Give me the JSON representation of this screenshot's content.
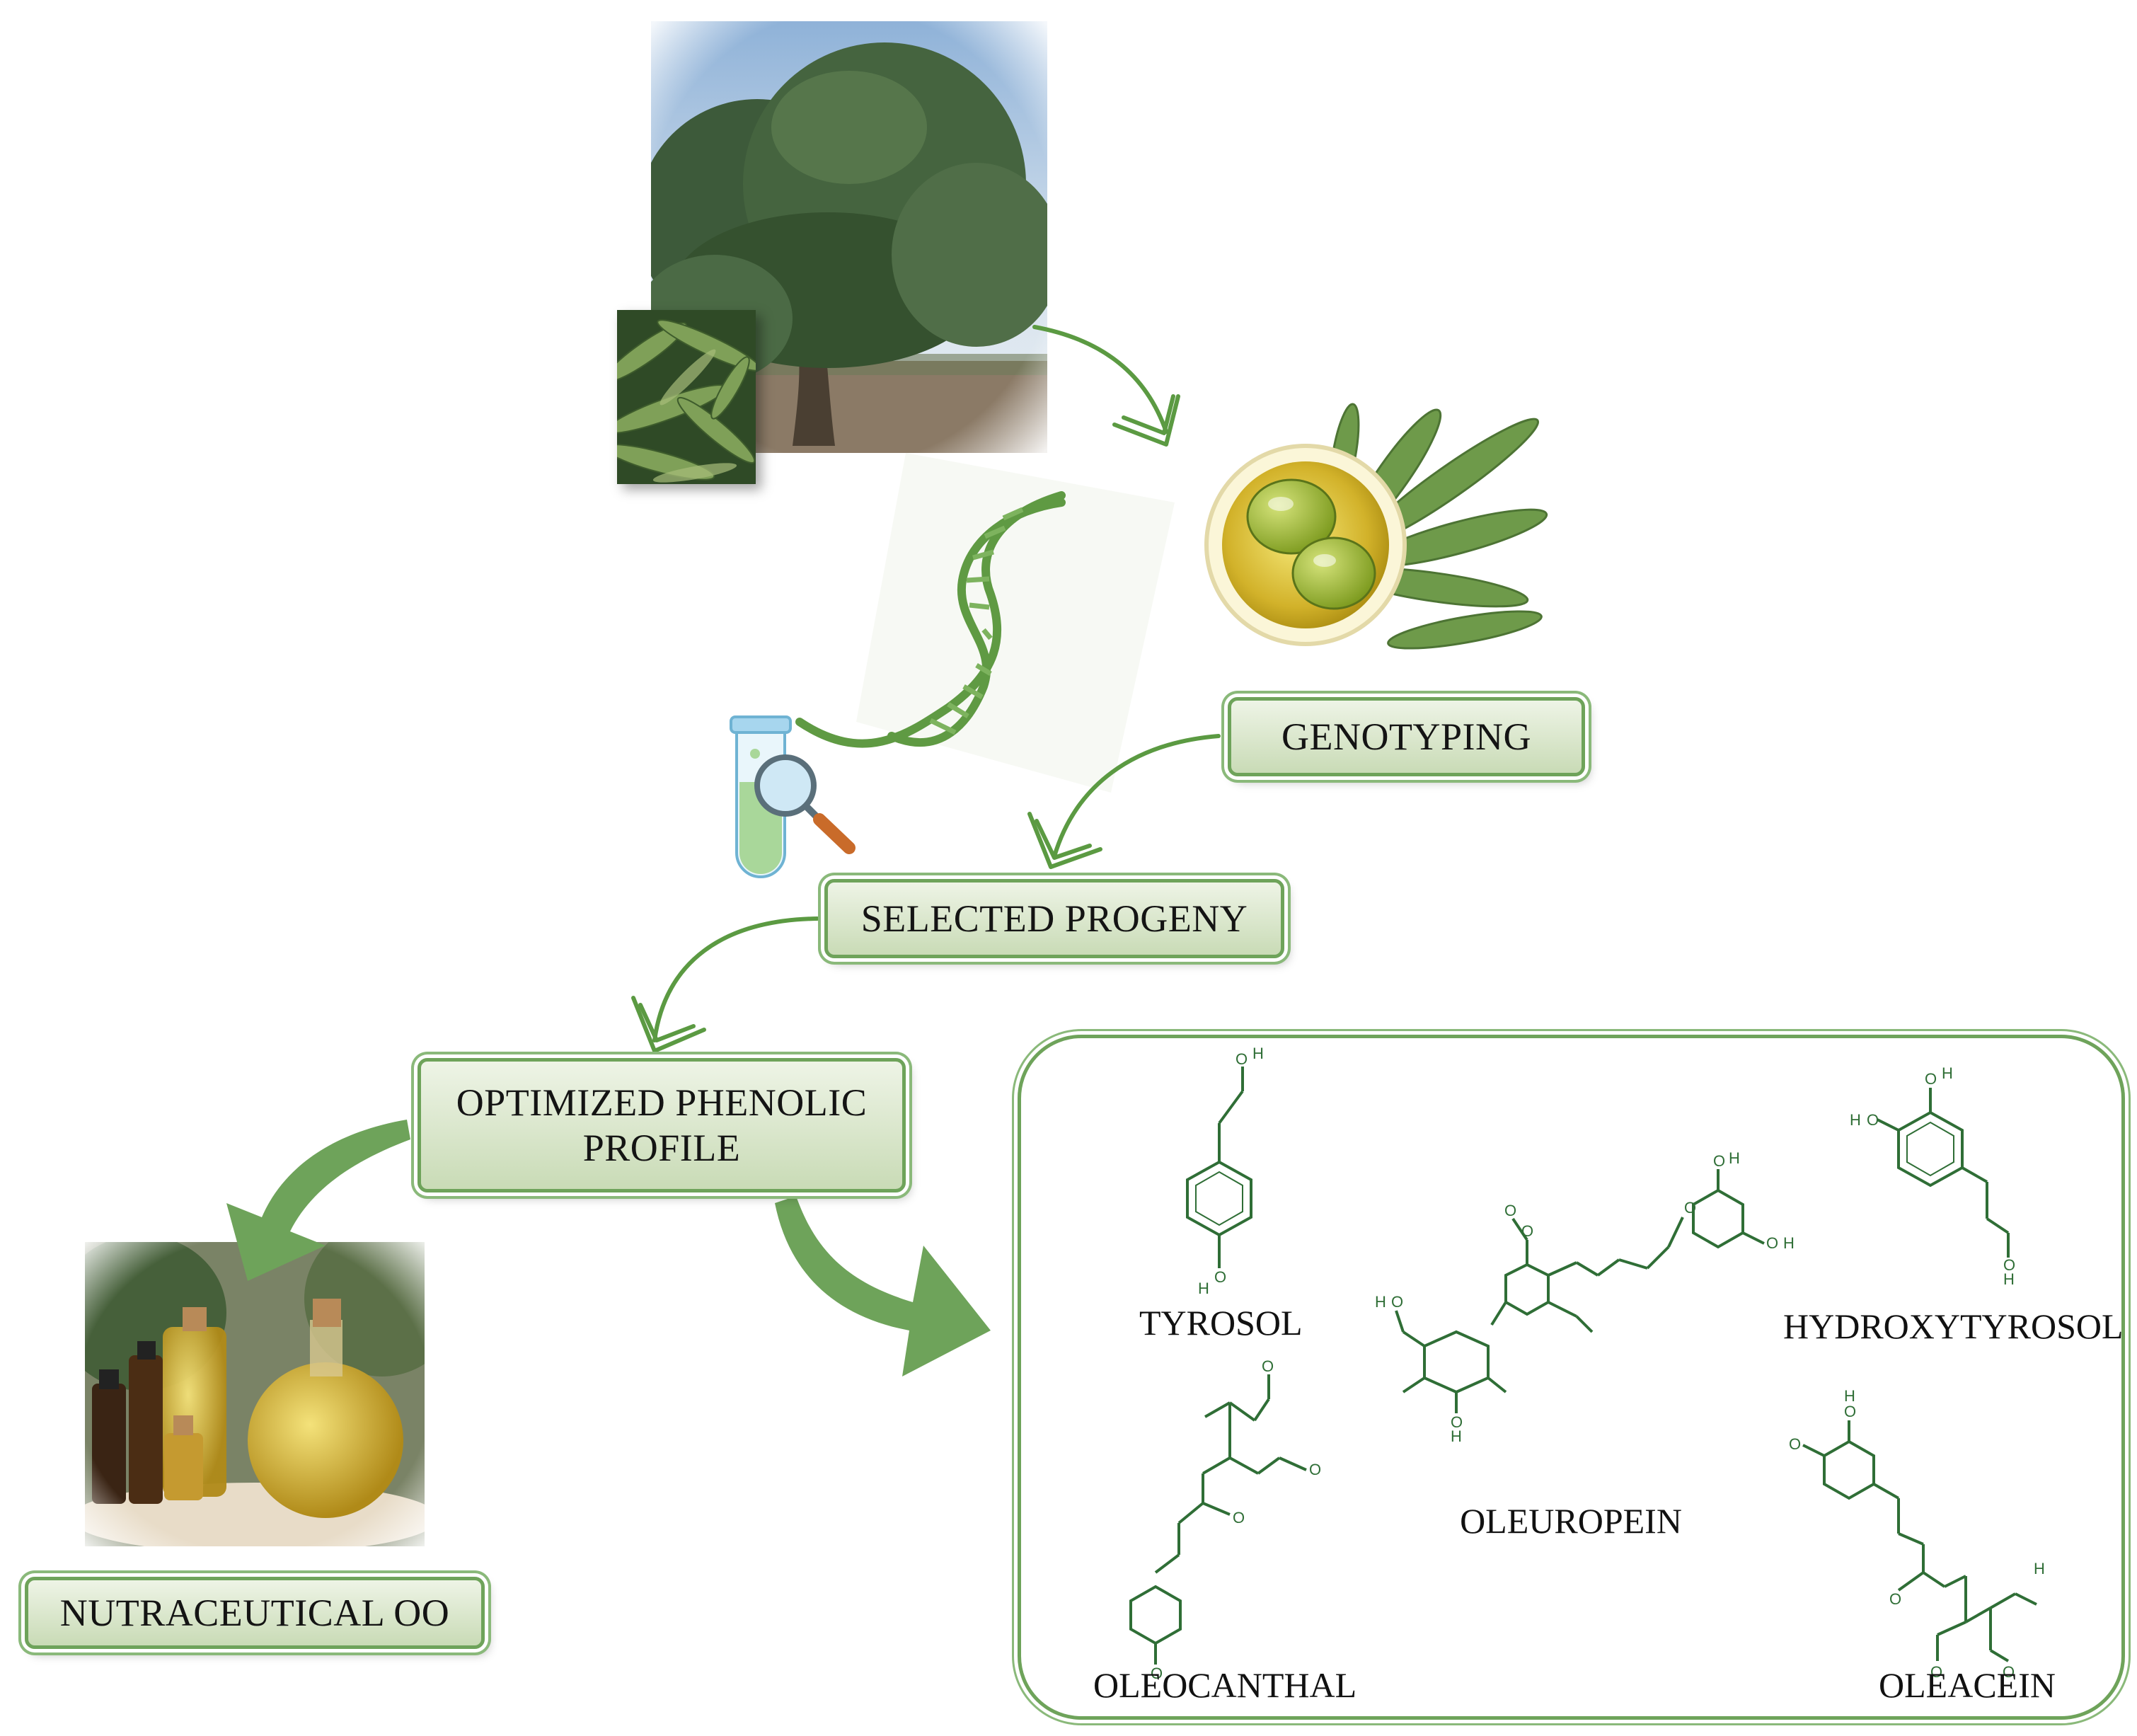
{
  "labels": {
    "genotyping": "GENOTYPING",
    "selected_progeny": "SELECTED PROGENY",
    "optimized_line1": "OPTIMIZED PHENOLIC",
    "optimized_line2": "PROFILE",
    "nutraceutical": "NUTRACEUTICAL OO"
  },
  "molecules": {
    "tyrosol": "TYROSOL",
    "hydroxytyrosol": "HYDROXYTYROSOL",
    "oleuropein": "OLEUROPEIN",
    "oleocanthal": "OLEOCANTHAL",
    "oleacein": "OLEACEIN"
  },
  "atom_labels": {
    "o": "O",
    "h": "H"
  },
  "colors": {
    "brand_green": "#6ea35a",
    "arrow_green": "#5b9a42",
    "structure_green": "#2f6e36",
    "box_fill_top": "#eef4e6",
    "box_fill_bottom": "#c9dbb6"
  },
  "icons": {
    "tree_photo": "olive-tree-photo",
    "leaf_photo": "olive-leaves-photo",
    "dna": "dna-helix-icon",
    "oil_bowl": "olive-oil-bowl-icon",
    "test_tube": "test-tube-icon",
    "magnifier": "magnifier-icon",
    "bottles_photo": "oil-bottles-photo"
  }
}
